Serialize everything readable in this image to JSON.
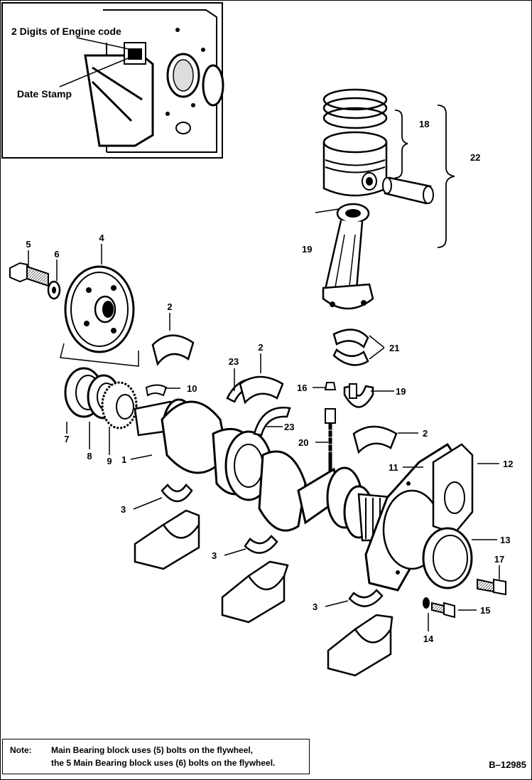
{
  "inset": {
    "engine_code_label": "2 Digits of Engine code",
    "date_stamp_label": "Date Stamp"
  },
  "callouts": {
    "c1": "1",
    "c2a": "2",
    "c2b": "2",
    "c2c": "2",
    "c3a": "3",
    "c3b": "3",
    "c3c": "3",
    "c4": "4",
    "c5": "5",
    "c6": "6",
    "c7": "7",
    "c8": "8",
    "c9": "9",
    "c10": "10",
    "c11": "11",
    "c12": "12",
    "c13": "13",
    "c14": "14",
    "c15": "15",
    "c16": "16",
    "c17": "17",
    "c18": "18",
    "c19a": "19",
    "c19b": "19",
    "c20": "20",
    "c21": "21",
    "c22": "22",
    "c23a": "23",
    "c23b": "23"
  },
  "note": {
    "label": "Note:",
    "line1": "Main Bearing block uses (5) bolts on the flywheel,",
    "line2": "the 5 Main Bearing block uses (6) bolts on the flywheel."
  },
  "figure_id": "B–12985"
}
